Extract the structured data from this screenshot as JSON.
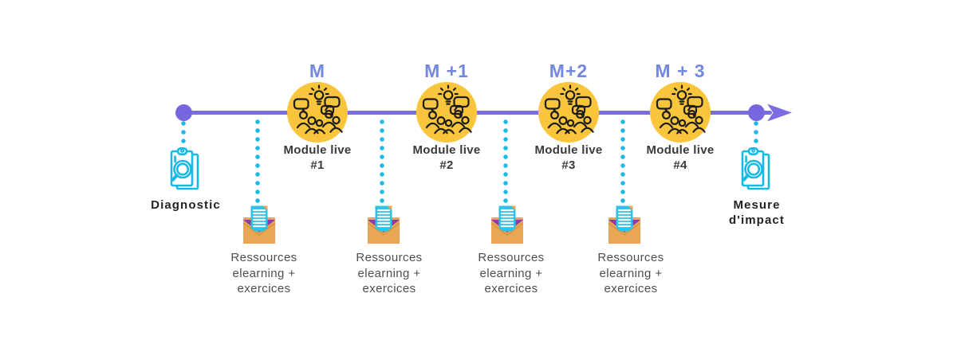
{
  "diagram": {
    "type": "training-program-timeline",
    "colors": {
      "timeline_purple": "#7B6CE2",
      "dot_purple": "#7767DF",
      "month_label_blue": "#7287DE",
      "module_circle_yellow": "#F9C53C",
      "dotted_cyan": "#1FB9E8",
      "clipboard_icon_cyan": "#14B9E4",
      "envelope_orange": "#E9A654",
      "envelope_lining_purple": "#8C3D9E",
      "document_cyan": "#2BC3E9",
      "module_text": "#3A3A3A",
      "endpoint_text": "#232323",
      "resource_text": "#4E4E4E"
    }
  },
  "start": {
    "icon": "clipboard-magnifier-icon",
    "label": "Diagnostic"
  },
  "end": {
    "icon": "clipboard-magnifier-icon",
    "label_line1": "Mesure",
    "label_line2": "d'impact"
  },
  "modules": [
    {
      "month_label": "M",
      "icon": "workshop-people-icon",
      "label_line1": "Module live",
      "label_line2": "#1"
    },
    {
      "month_label": "M +1",
      "icon": "workshop-people-icon",
      "label_line1": "Module live",
      "label_line2": "#2"
    },
    {
      "month_label": "M+2",
      "icon": "workshop-people-icon",
      "label_line1": "Module live",
      "label_line2": "#3"
    },
    {
      "month_label": "M + 3",
      "icon": "workshop-people-icon",
      "label_line1": "Module live",
      "label_line2": "#4"
    }
  ],
  "resources": [
    {
      "icon": "envelope-document-icon",
      "line1": "Ressources",
      "line2": "elearning  +",
      "line3": "exercices"
    },
    {
      "icon": "envelope-document-icon",
      "line1": "Ressources",
      "line2": "elearning  +",
      "line3": "exercices"
    },
    {
      "icon": "envelope-document-icon",
      "line1": "Ressources",
      "line2": "elearning  +",
      "line3": "exercices"
    },
    {
      "icon": "envelope-document-icon",
      "line1": "Ressources",
      "line2": "elearning  +",
      "line3": "exercices"
    }
  ]
}
